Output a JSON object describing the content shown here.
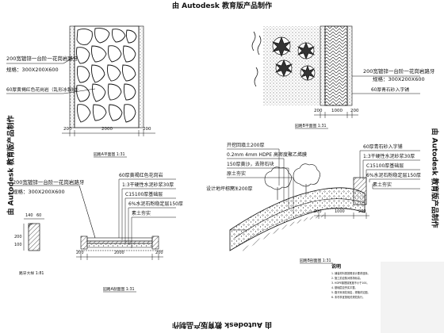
{
  "watermark": {
    "text": "由 Autodesk 教育版产品制作"
  },
  "detail_a": {
    "spec_line1": "200宽镀锌一台阶一花岗岩路牙",
    "spec_line2": "规格：300X200X600",
    "layer_label": "60厚黄褐红色花岗岩（乱形冰裂纹）",
    "dims": [
      "200",
      "2000",
      "200"
    ],
    "caption": "园路A平面图  1:31"
  },
  "detail_b": {
    "spec_line1": "200宽镀锌一台阶一花岗岩路牙",
    "spec_line2": "规格：300X200X600",
    "layer_label": "60厚青石砂入字铺",
    "dims": [
      "200",
      "1000",
      "200"
    ],
    "caption": "园路B平面图  1:31"
  },
  "detail_c": {
    "spec_line1": "200宽镀锌一台阶一花岗岩路牙",
    "spec_line2": "规格：300X200X600",
    "layers": [
      "60厚黄褐红色花岗岩",
      "1:3干硬性水泥砂浆30厚",
      "C15100厚基础层",
      "6%水泥石粉稳定层150厚",
      "素土夯实"
    ],
    "dims": [
      "200",
      "2000",
      "200"
    ],
    "caption": "园路A剖面图  1:31"
  },
  "detail_d": {
    "dim_w": "140",
    "dim_60": "60",
    "dim_h": "200",
    "dim_100": "100",
    "caption": "路牙大样  1:81"
  },
  "detail_e": {
    "left_labels": [
      "开挖回填土200厚",
      "0.2mm 4mm HDPE 高密度聚乙烯膜",
      "150厚黄沙，去除石块",
      "原土夯实"
    ],
    "ground_label": "设计地坪标高±200厚",
    "right_layers": [
      "60厚青石砂入字铺",
      "1:3干硬性水泥砂浆30厚",
      "C15100厚基础层",
      "6%水泥石粉稳定层150厚",
      "素土夯实"
    ],
    "dims": [
      "200",
      "1000",
      "200"
    ],
    "caption": "园路B剖面图  1:31"
  },
  "notes": {
    "title": "说明",
    "lines": [
      "1. 铺装材料需按照设计要求选择。",
      "2. 施工前应核对现场标高。",
      "3. HDPE膜搭接宽度不小于100。",
      "4. 基础层应夯实平整。",
      "5. 路牙采用花岗岩，规格详见图。",
      "6. 未尽事宜按相关规范执行。"
    ]
  }
}
